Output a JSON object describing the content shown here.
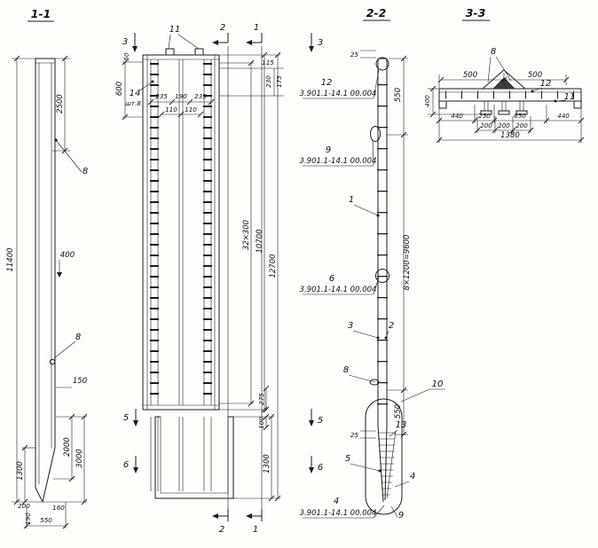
{
  "drawing": {
    "view11": {
      "title": "1-1",
      "dim_total_height": "11400",
      "dim_top": "2500",
      "label_8_upper": "8",
      "label_8_lower": "8",
      "dim_400": "400",
      "dim_150": "150",
      "dim_1300": "1300",
      "dim_2000": "2000",
      "dim_3000": "3000",
      "dim_200": "200",
      "dim_190": "190",
      "dim_550": "550",
      "dim_160": "160"
    },
    "plan": {
      "mark_3_left": "3",
      "mark_3_right": "3",
      "mark_2_top": "2",
      "mark_1_top": "1",
      "mark_2_bottom": "2",
      "mark_1_bottom": "1",
      "mark_5_left": "5",
      "mark_5_right": "5",
      "mark_6_left": "6",
      "mark_6_right": "6",
      "label_11": "11",
      "label_14": "14",
      "label_14_qty": "шт.8",
      "dim_50": "50",
      "dim_600": "600",
      "dim_115": "115",
      "dim_230": "230",
      "dim_175": "175",
      "dim_235_left": "235",
      "dim_190": "190",
      "dim_235_right": "235",
      "dim_110_left": "110",
      "dim_110_right": "110",
      "dim_spacing": "32×300",
      "dim_10700": "10700",
      "dim_12700": "12700",
      "dim_275": "275",
      "dim_100": "100",
      "dim_1300": "1300"
    },
    "view22": {
      "title": "2-2",
      "dim_25_top": "25",
      "dim_550_top": "550",
      "dim_main": "8×1200=9600",
      "dim_550_bottom": "550",
      "dim_25_bottom": "25",
      "callout_12": "12",
      "ref_12": "3.901.1-14.1 00.004",
      "callout_9": "9",
      "ref_9": "3.901.1-14.1 00.004",
      "callout_1": "1",
      "callout_6": "6",
      "ref_6": "3.901.1-14.1 00.004",
      "callout_3": "3",
      "callout_2": "2",
      "callout_8": "8",
      "callout_10": "10",
      "callout_13": "13",
      "callout_5": "5",
      "callout_4_side": "4",
      "callout_4_bottom": "4",
      "ref_4": "3.901.1-14.1 00.004",
      "callout_9_bottom": "9"
    },
    "view33": {
      "title": "3-3",
      "label_8": "8",
      "dim_500_left": "500",
      "dim_500_right": "500",
      "callout_12": "12",
      "callout_11": "11",
      "dim_440_left": "440",
      "dim_250": "250",
      "dim_650": "650",
      "dim_440_right": "440",
      "dim_200_a": "200",
      "dim_200_b": "200",
      "dim_200_c": "200",
      "dim_1380": "1380",
      "dim_400": "400"
    }
  }
}
